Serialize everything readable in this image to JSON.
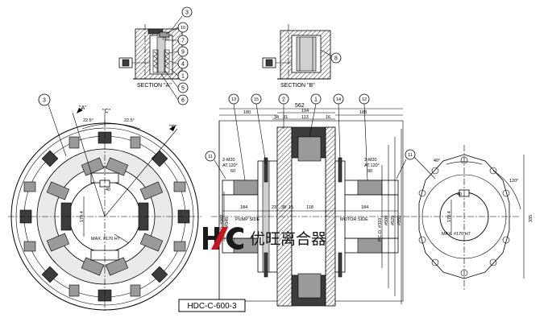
{
  "colors": {
    "ink": "#000000",
    "logo_red": "#c8141e",
    "logo_dark": "#1a1a1a",
    "part_dark": "#3c3c3c",
    "part_grey": "#9a9a9a"
  },
  "section_a": {
    "label": "SECTION \"A\"",
    "balloons": [
      "3",
      "10",
      "7",
      "9",
      "4",
      "1",
      "5",
      "6"
    ]
  },
  "section_b": {
    "label": "SECTION \"B\"",
    "balloons": [
      "8"
    ]
  },
  "front_view": {
    "balloons": [
      "3"
    ],
    "section_marks": {
      "a": "\"A\"",
      "b": "\"B\"",
      "c": "\"C\""
    },
    "angle_left": "22.5°",
    "angle_right": "22.5°",
    "bore_dim": "179.4",
    "keyway_dim": "40",
    "bore_note": "MAX. #170 H7"
  },
  "side_view": {
    "balloons": {
      "b13": "13",
      "b15": "15",
      "b2": "2",
      "b1": "1",
      "b14": "14",
      "b12": "12",
      "b11a": "11",
      "b11b": "11"
    },
    "dims": {
      "overall": "562",
      "left_hub": "180",
      "right_hub": "188",
      "center": "194",
      "d34": "34",
      "d31": "31",
      "d113": "113",
      "d16": "16",
      "d184_left": "184",
      "d23": "23",
      "d38": "38",
      "d15": "15",
      "d118": "118",
      "d184_right": "184",
      "d60": "60",
      "d90": "90",
      "pcd_left": "P.C.D. #260",
      "d345": "#345",
      "pcd_right": "P.C.D. #310",
      "d500": "#500",
      "d525": "#525",
      "d550": "#550"
    },
    "notes": {
      "bolts_left": "2-M20",
      "bolts_left_at": "AT.120°",
      "bolts_right": "2-M20",
      "bolts_right_at": "AT.120°"
    },
    "labels": {
      "pump": "PUMP SIDE",
      "motor": "MOTOR SIDE"
    }
  },
  "end_view": {
    "balloons": [
      "11"
    ],
    "angle_top": "40°",
    "angle_right": "120°",
    "dim_right": "335",
    "bore_dim": "179.4",
    "keyway_dim": "40",
    "bore_note": "MAX. #170 H7"
  },
  "logo": {
    "text": "优旺离合器",
    "mark_letters": "HC"
  },
  "drawing_code": "HDC-C-600-3"
}
